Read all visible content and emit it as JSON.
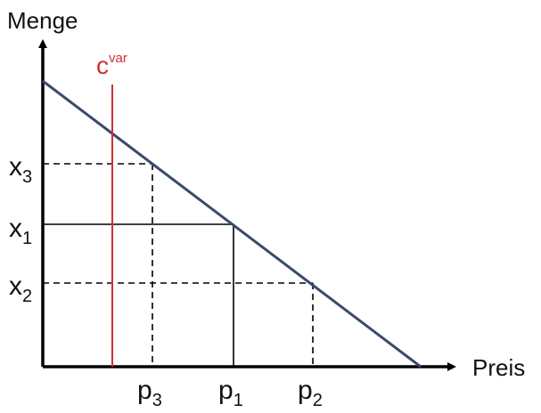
{
  "axes": {
    "y_label": "Menge",
    "x_label": "Preis"
  },
  "cost_line": {
    "label_base": "c",
    "label_sup": "var",
    "color": "#d32f2f"
  },
  "demand_line": {
    "color": "#3b4a6b"
  },
  "y_markers": [
    {
      "base": "x",
      "sub": "3",
      "style": "dashed"
    },
    {
      "base": "x",
      "sub": "1",
      "style": "solid"
    },
    {
      "base": "x",
      "sub": "2",
      "style": "dashed"
    }
  ],
  "x_markers": [
    {
      "base": "p",
      "sub": "3",
      "style": "dashed"
    },
    {
      "base": "p",
      "sub": "1",
      "style": "solid"
    },
    {
      "base": "p",
      "sub": "2",
      "style": "dashed"
    }
  ]
}
